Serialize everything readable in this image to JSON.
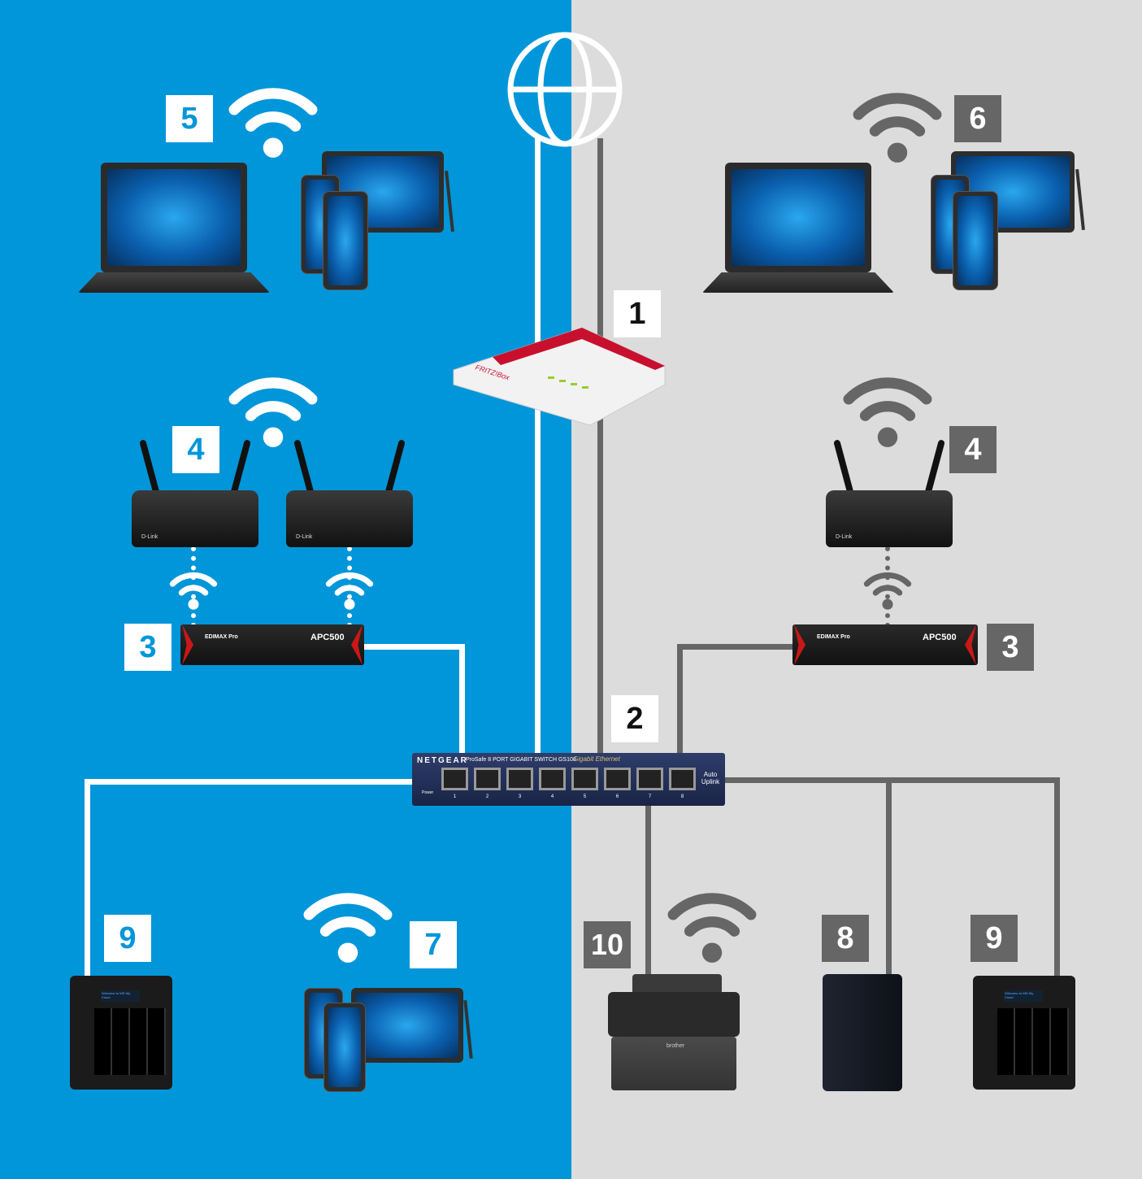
{
  "title": "Home network topology diagram",
  "colors": {
    "left_bg": "#0096d9",
    "right_bg": "#dcdcdc",
    "left_wire": "#ffffff",
    "right_wire": "#666666"
  },
  "badges": {
    "router": "1",
    "switch": "2",
    "ap_controller_left": "3",
    "ap_controller_right": "3",
    "access_points_left": "4",
    "access_point_right": "4",
    "wifi_clients_left": "5",
    "wifi_clients_right": "6",
    "mobile_devices": "7",
    "nas_small": "8",
    "nas_left": "9",
    "nas_right": "9",
    "printer": "10"
  },
  "devices": {
    "router_brand": "FRITZ!Box",
    "switch_brand": "NETGEAR",
    "switch_model": "ProSafe 8 PORT GIGABIT SWITCH GS108",
    "switch_tag": "Gigabit Ethernet",
    "switch_uplink": "Auto Uplink",
    "switch_power": "Power",
    "switch_ports": [
      "1",
      "2",
      "3",
      "4",
      "5",
      "6",
      "7",
      "8"
    ],
    "ap_brand": "D-Link",
    "apc_brand": "EDIMAX Pro",
    "apc_model": "APC500",
    "printer_brand": "brother",
    "nas_lcd": "Welcome to WD My Cloud"
  }
}
